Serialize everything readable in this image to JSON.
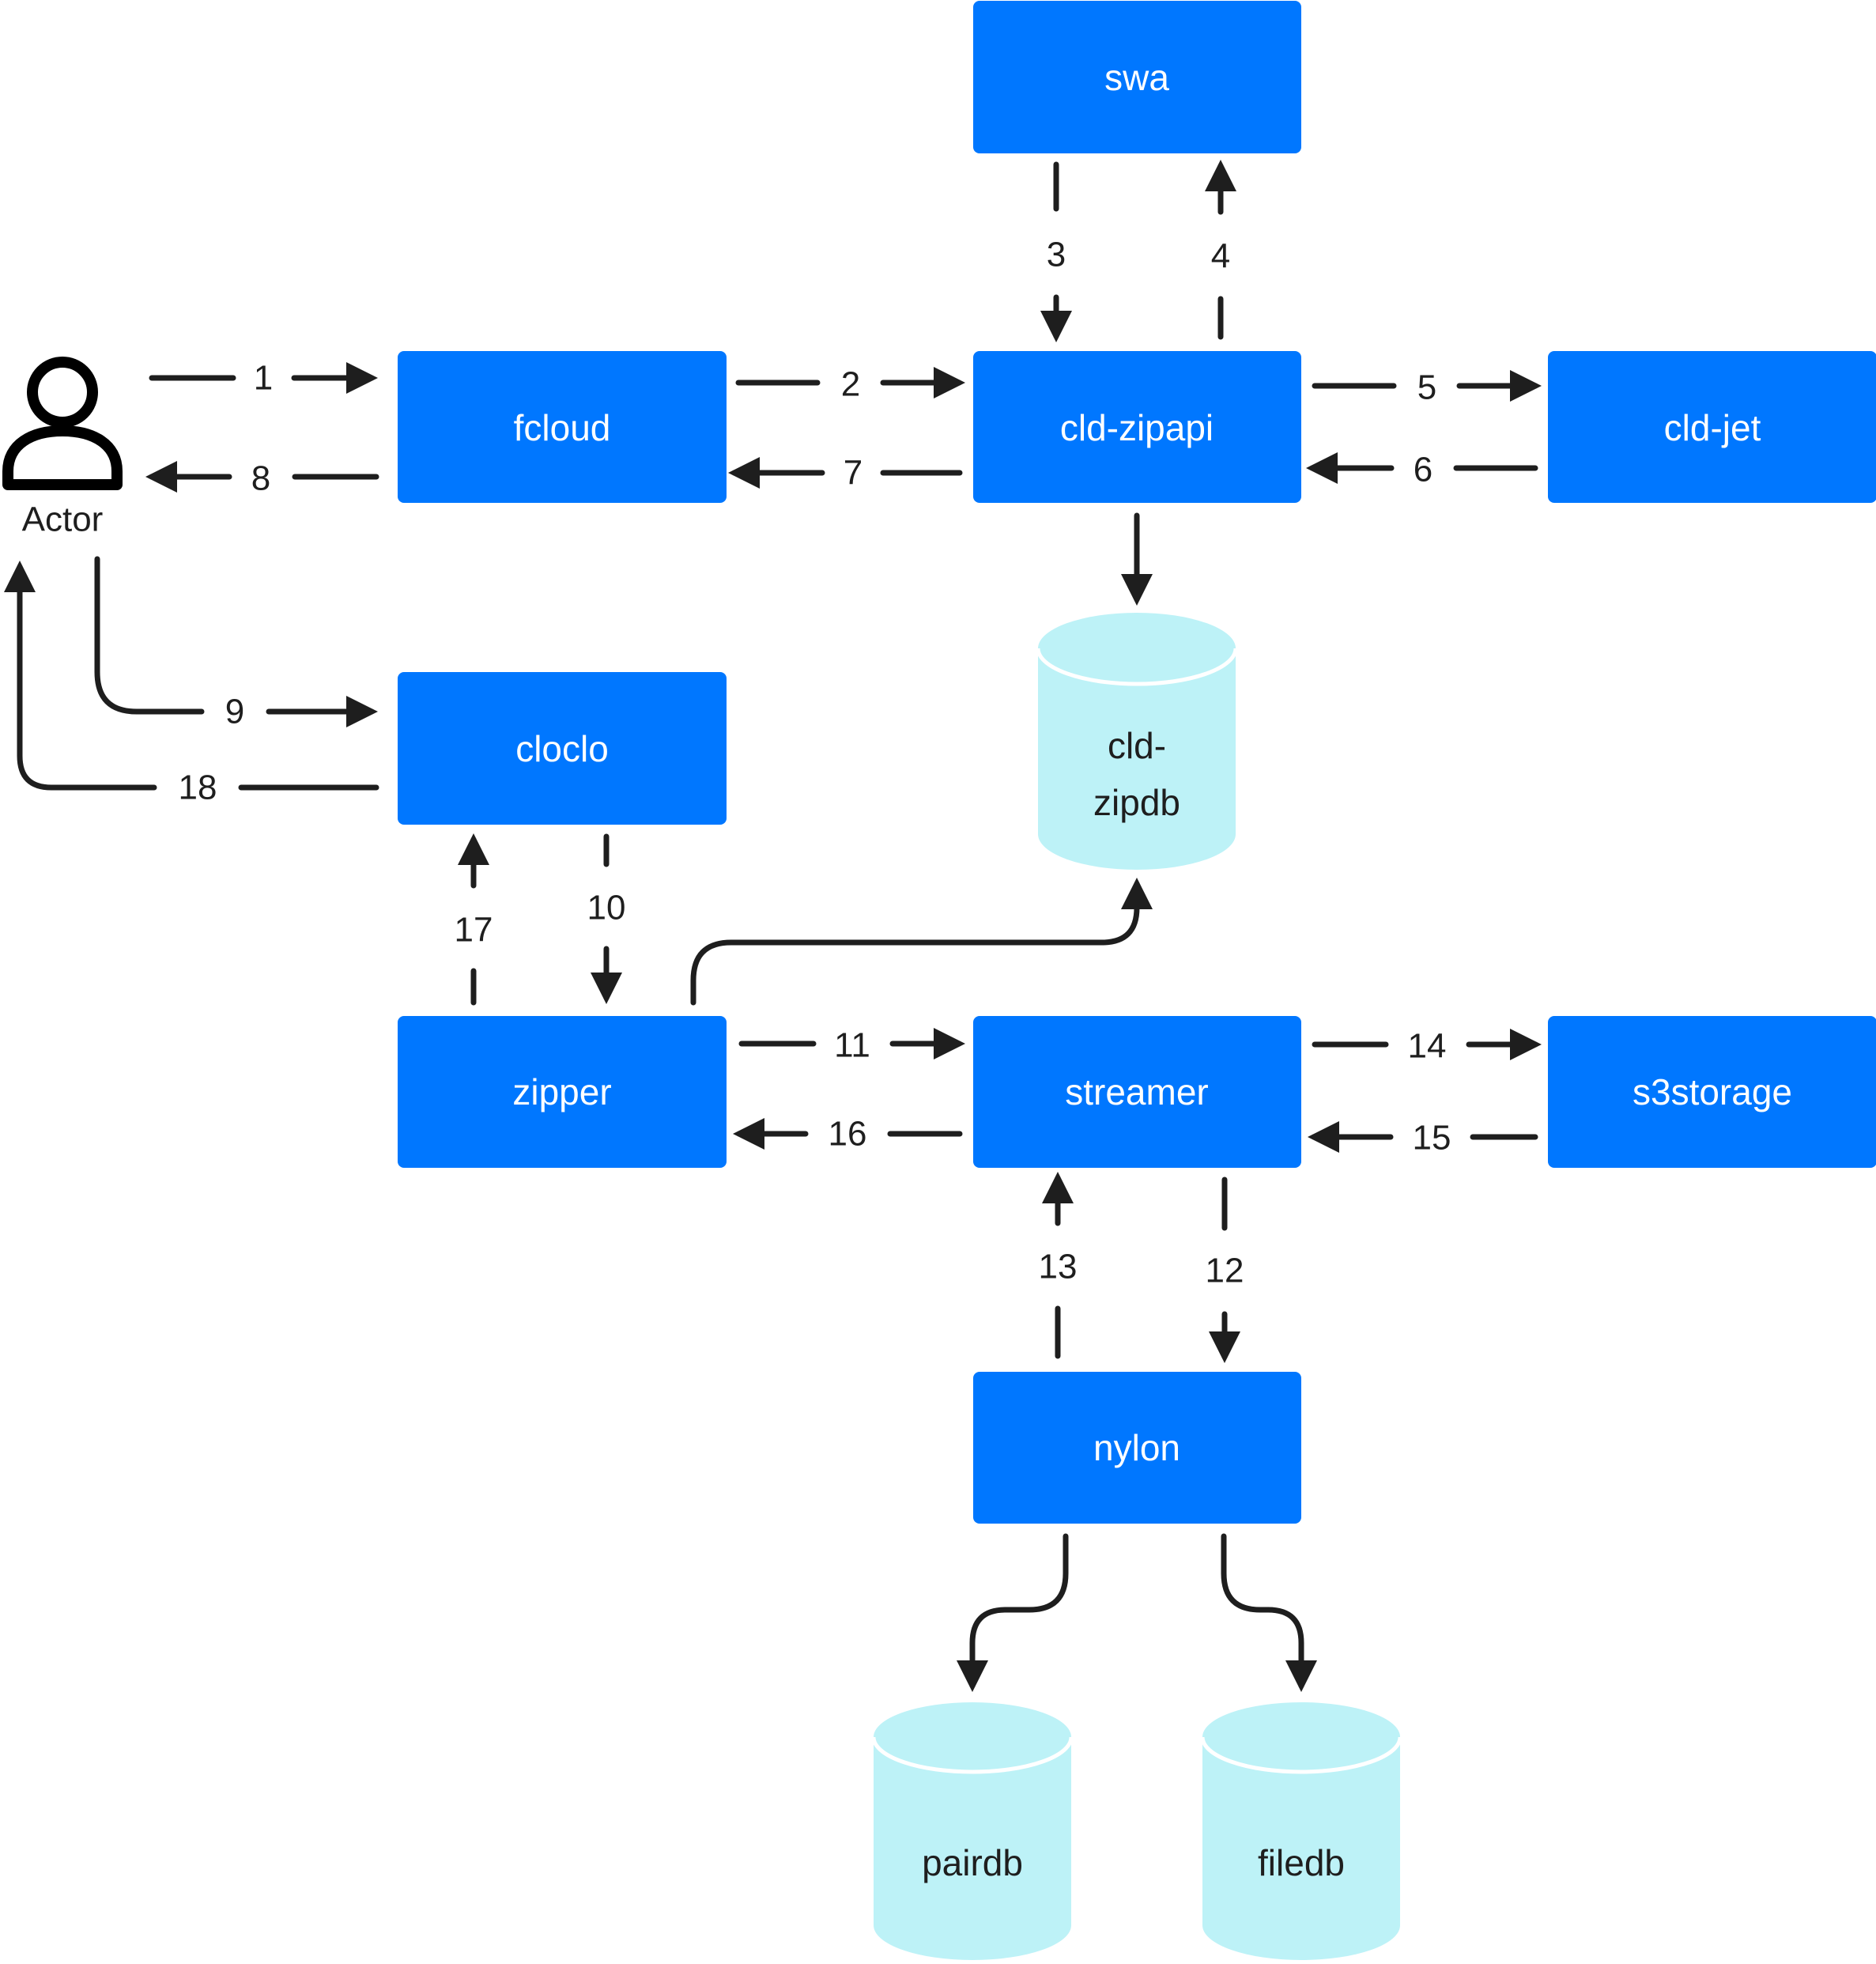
{
  "actor": {
    "label": "Actor",
    "icon": "person-outline-icon"
  },
  "nodes": {
    "swa": "swa",
    "fcloud": "fcloud",
    "cld_zipapi": "cld-zipapi",
    "cld_jet": "cld-jet",
    "cloclo": "cloclo",
    "zipper": "zipper",
    "streamer": "streamer",
    "s3storage": "s3storage",
    "nylon": "nylon"
  },
  "databases": {
    "cld_zipdb_line1": "cld-",
    "cld_zipdb_line2": "zipdb",
    "pairdb": "pairdb",
    "filedb": "filedb"
  },
  "edges": [
    {
      "step": "1",
      "from": "Actor",
      "to": "fcloud"
    },
    {
      "step": "2",
      "from": "fcloud",
      "to": "cld-zipapi"
    },
    {
      "step": "3",
      "from": "swa",
      "to": "cld-zipapi"
    },
    {
      "step": "4",
      "from": "cld-zipapi",
      "to": "swa"
    },
    {
      "step": "5",
      "from": "cld-zipapi",
      "to": "cld-jet"
    },
    {
      "step": "6",
      "from": "cld-jet",
      "to": "cld-zipapi"
    },
    {
      "step": "7",
      "from": "cld-zipapi",
      "to": "fcloud"
    },
    {
      "step": "8",
      "from": "fcloud",
      "to": "Actor"
    },
    {
      "step": "9",
      "from": "Actor",
      "to": "cloclo"
    },
    {
      "step": "10",
      "from": "cloclo",
      "to": "zipper"
    },
    {
      "step": "11",
      "from": "zipper",
      "to": "streamer"
    },
    {
      "step": "12",
      "from": "streamer",
      "to": "nylon"
    },
    {
      "step": "13",
      "from": "nylon",
      "to": "streamer"
    },
    {
      "step": "14",
      "from": "streamer",
      "to": "s3storage"
    },
    {
      "step": "15",
      "from": "s3storage",
      "to": "streamer"
    },
    {
      "step": "16",
      "from": "streamer",
      "to": "zipper"
    },
    {
      "step": "17",
      "from": "zipper",
      "to": "cloclo"
    },
    {
      "step": "18",
      "from": "cloclo",
      "to": "Actor"
    },
    {
      "step": "",
      "from": "cld-zipapi",
      "to": "cld-zipdb"
    },
    {
      "step": "",
      "from": "zipper",
      "to": "cld-zipdb"
    },
    {
      "step": "",
      "from": "nylon",
      "to": "pairdb"
    },
    {
      "step": "",
      "from": "nylon",
      "to": "filedb"
    }
  ],
  "colors": {
    "service_box": "#0077ff",
    "service_text": "#ffffff",
    "database_fill": "#bdf2f7",
    "database_text": "#1e1e1e",
    "edge": "#1e1e1e"
  }
}
